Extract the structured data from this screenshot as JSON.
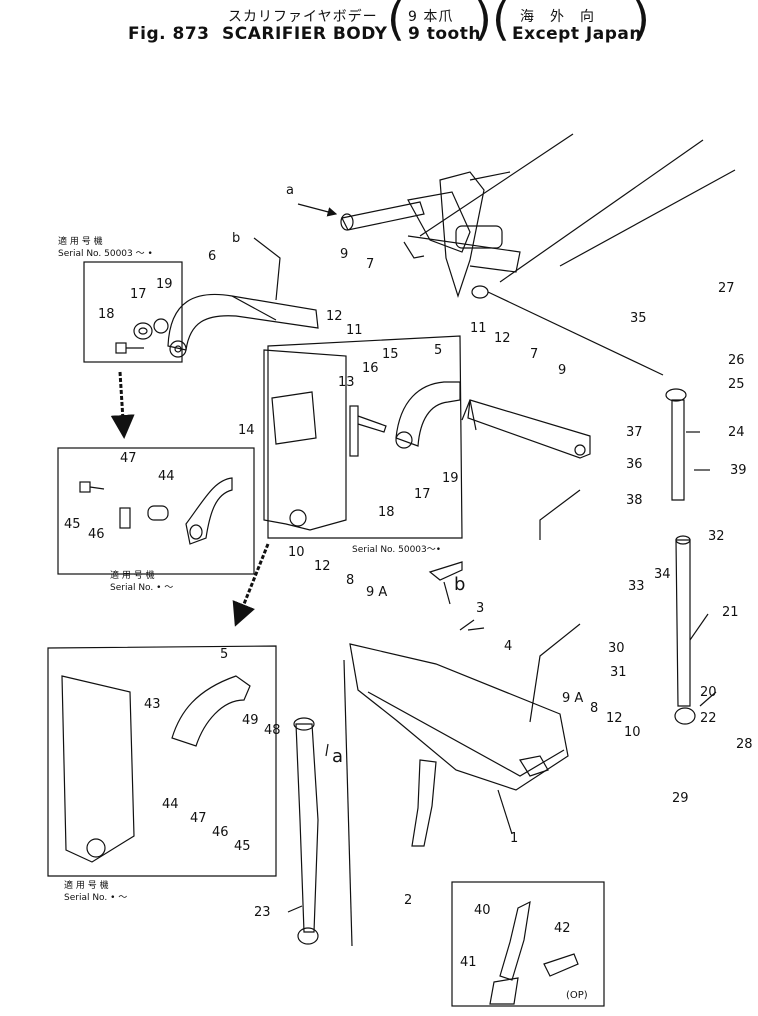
{
  "header": {
    "jp_title": "スカリファイヤボデー",
    "fig_number": "Fig. 873",
    "en_title": "SCARIFIER BODY",
    "variant_jp": "9 本爪",
    "variant_en": "9 tooth",
    "market_jp": "海　外　向",
    "market_en": "Except Japan"
  },
  "callouts": {
    "a_top": "a",
    "a_bottom": "a",
    "b_top": "b",
    "b_mid": "b",
    "p1": "1",
    "p2": "2",
    "p3": "3",
    "p4": "4",
    "p5a": "5",
    "p5b": "5",
    "p6": "6",
    "p7a": "7",
    "p7b": "7",
    "p8a": "8",
    "p8b": "8",
    "p9a": "9",
    "p9b": "9",
    "p9Aa": "9 A",
    "p9Ab": "9 A",
    "p10a": "10",
    "p10b": "10",
    "p11a": "11",
    "p11b": "11",
    "p12a": "12",
    "p12b": "12",
    "p12c": "12",
    "p12d": "12",
    "p13": "13",
    "p14": "14",
    "p15": "15",
    "p16": "16",
    "p17a": "17",
    "p17b": "17",
    "p18a": "18",
    "p18b": "18",
    "p19a": "19",
    "p19b": "19",
    "p20": "20",
    "p21": "21",
    "p22": "22",
    "p23": "23",
    "p24": "24",
    "p25": "25",
    "p26": "26",
    "p27": "27",
    "p28": "28",
    "p29": "29",
    "p30": "30",
    "p31": "31",
    "p32": "32",
    "p33": "33",
    "p34": "34",
    "p35": "35",
    "p36": "36",
    "p37": "37",
    "p38": "38",
    "p39": "39",
    "p40": "40",
    "p41": "41",
    "p42": "42",
    "p43": "43",
    "p44a": "44",
    "p44b": "44",
    "p45a": "45",
    "p45b": "45",
    "p46a": "46",
    "p46b": "46",
    "p47a": "47",
    "p47b": "47",
    "p48": "48",
    "p49": "49"
  },
  "serial_notes": {
    "top_jp": "適 用 号 機",
    "top_en": "Serial  No.  50003 ～ •",
    "mid_en": "Serial  No.  50003～•",
    "left_jp": "適 用 号 機",
    "left_en": "Serial  No.  • ～",
    "bottom_jp": "適 用 号 機",
    "bottom_en": "Serial  No.  • ～"
  },
  "option_label": "(OP)"
}
